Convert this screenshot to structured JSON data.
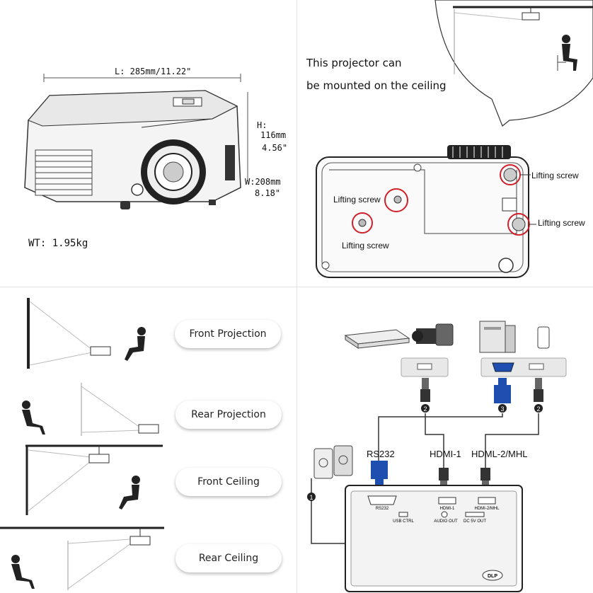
{
  "dimensions": {
    "length": "L: 285mm/11.22\"",
    "height_label": "H:",
    "height_mm": "116mm",
    "height_in": "4.56\"",
    "width_mm": "W:208mm",
    "width_in": "8.18\"",
    "weight": "WT: 1.95kg"
  },
  "ceiling_caption": [
    "This projector can",
    "be mounted on the ceiling"
  ],
  "lifting_screw_labels": [
    "Lifting screw",
    "Lifting screw",
    "Lifting screw",
    "Lifting screw"
  ],
  "projection_modes": [
    "Front Projection",
    "Rear Projection",
    "Front Ceiling",
    "Rear Ceiling"
  ],
  "connection": {
    "cables": [
      "RS232",
      "HDMI-1",
      "HDML-2/MHL"
    ],
    "panel_ports": [
      "RS232",
      "HDMI-1",
      "HDMI-2/MHL",
      "USB CTRL",
      "AUDIO OUT",
      "DC 5V OUT"
    ],
    "badges": [
      "1",
      "2",
      "3",
      "2"
    ],
    "logo": "DLP"
  },
  "colors": {
    "screw_circle": "#d0202a",
    "vga_blue": "#1e4fb0",
    "audio_yellow": "#d8d020"
  }
}
